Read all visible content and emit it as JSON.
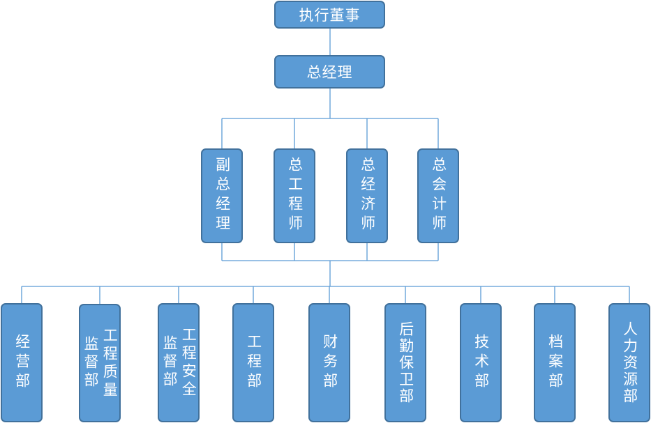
{
  "chart": {
    "top": {
      "executive_director": "执行董事"
    },
    "general_manager": "总经理",
    "officers": [
      {
        "id": "deputy-gm",
        "label": "副总经理"
      },
      {
        "id": "chief-engineer",
        "label": "总工程师"
      },
      {
        "id": "chief-economist",
        "label": "总经济师"
      },
      {
        "id": "chief-accountant",
        "label": "总会计师"
      }
    ],
    "departments": [
      {
        "id": "business",
        "label": "经营部"
      },
      {
        "id": "quality-supervision",
        "label_col1": "工程质量",
        "label_col2": "监督部"
      },
      {
        "id": "safety-supervision",
        "label_col1": "工程安全",
        "label_col2": "监督部"
      },
      {
        "id": "engineering",
        "label": "工程部"
      },
      {
        "id": "finance",
        "label": "财务部"
      },
      {
        "id": "logistics-security",
        "label": "后勤保卫部"
      },
      {
        "id": "technology",
        "label": "技术部"
      },
      {
        "id": "archives",
        "label": "档案部"
      },
      {
        "id": "hr",
        "label": "人力资源部"
      }
    ]
  },
  "colors": {
    "node_fill": "#5b9bd5",
    "node_border": "#41719c",
    "node_text": "#ffffff",
    "connector": "#5b9bd5"
  }
}
